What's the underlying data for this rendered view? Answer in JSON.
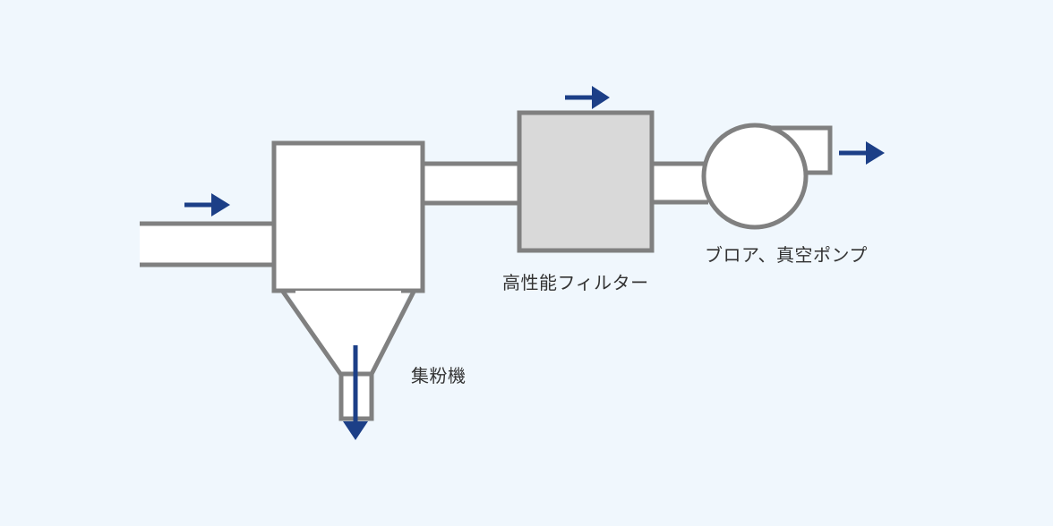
{
  "labels": {
    "dust_collector": "集粉機",
    "filter": "高性能フィルター",
    "blower": "ブロア、真空ポンプ"
  },
  "colors": {
    "background": "#f0f7fd",
    "outline": "#808080",
    "fill": "#ffffff",
    "filter_fill": "#d9d9d9",
    "arrow": "#1c3f87",
    "text": "#333333"
  },
  "icons": {
    "flow_arrow": "arrow-right-icon",
    "discharge_arrow": "arrow-down-icon"
  }
}
